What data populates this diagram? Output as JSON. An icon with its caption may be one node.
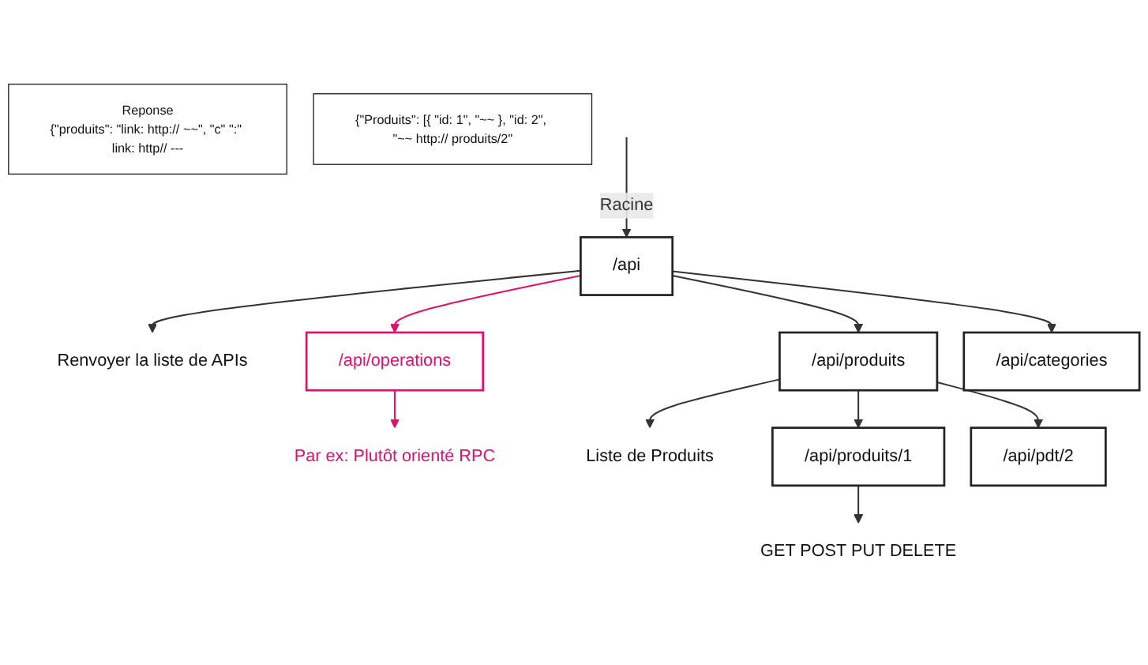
{
  "diagram": {
    "nodes": [
      {
        "text": [
          "/api"
        ]
      },
      {
        "text": [
          "Renvoyer la liste de APIs"
        ]
      },
      {
        "text": [
          "Reponse",
          "{\"produits\": \"link: http:// ~~\", \"c\" \":\" link: http// ---"
        ]
      },
      {
        "text": [
          "/api/operations"
        ]
      },
      {
        "text": [
          "Par ex: Plutôt orienté RPC"
        ]
      },
      {
        "text": [
          "/api/produits"
        ]
      },
      {
        "text": [
          "Liste de Produits"
        ]
      },
      {
        "text": [
          "/api/categories"
        ]
      },
      {
        "text": [
          "{\"Produits\": [{ \"id: 1\", \"~~ }, \"id: 2\", \"~~ http:// produits/2\""
        ]
      },
      {
        "text": [
          "/api/produits/1"
        ]
      },
      {
        "text": [
          "/api/pdt/2"
        ]
      },
      {
        "text": [
          "GET POST PUT DELETE"
        ]
      }
    ],
    "edges": [
      {
        "from": null,
        "to": 0,
        "arrow": "to",
        "label": "Racine"
      },
      {
        "from": 0,
        "to": 1,
        "arrow": "to"
      },
      {
        "from": 0,
        "to": 3,
        "arrow": "to",
        "color": "#e0106e"
      },
      {
        "from": 0,
        "to": 5,
        "arrow": "to"
      },
      {
        "from": 0,
        "to": 7,
        "arrow": "to"
      },
      {
        "from": 3,
        "to": 4,
        "arrow": "to",
        "color": "#e0106e"
      },
      {
        "from": 5,
        "to": 6,
        "arrow": "to"
      },
      {
        "from": 5,
        "to": 9,
        "arrow": "to"
      },
      {
        "from": 5,
        "to": 10,
        "arrow": "to"
      },
      {
        "from": 9,
        "to": 11,
        "arrow": "to"
      }
    ]
  }
}
